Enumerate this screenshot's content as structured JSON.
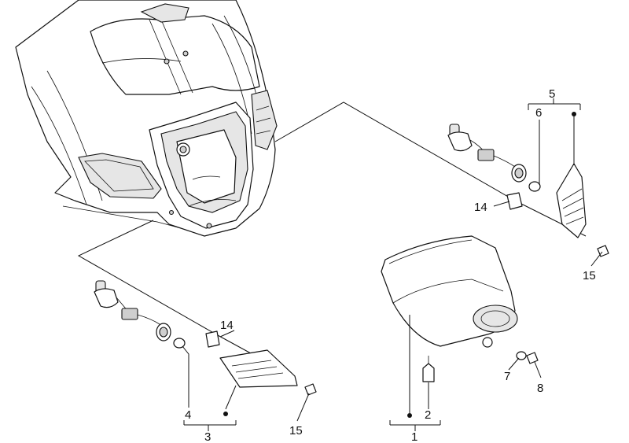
{
  "callouts": {
    "c1": "1",
    "c2": "2",
    "c3": "3",
    "c4": "4",
    "c5": "5",
    "c6": "6",
    "c7": "7",
    "c8": "8",
    "c14_right": "14",
    "c14_left": "14",
    "c15_right": "15",
    "c15_left": "15"
  }
}
